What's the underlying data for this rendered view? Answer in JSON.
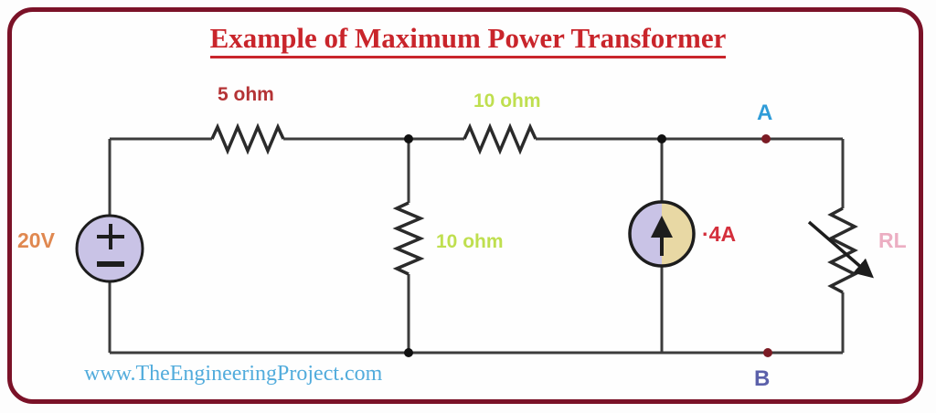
{
  "title": "Example of Maximum Power Transformer",
  "watermark": "www.TheEngineeringProject.com",
  "labels": {
    "voltage_source": "20V",
    "resistor_series_1": "5 ohm",
    "resistor_series_2": "10 ohm",
    "resistor_shunt": "10 ohm",
    "current_source": "·4A",
    "load_resistor": "RL",
    "terminal_a": "A",
    "terminal_b": "B"
  },
  "colors": {
    "border": "#7B1228",
    "title": "#C9252B",
    "wire": "#3C3C3C",
    "resistor_5ohm_label": "#B43335",
    "resistor_10ohm_label": "#BFDF4F",
    "voltage_label": "#E08850",
    "current_label": "#D42F3C",
    "load_label": "#ECAEC2",
    "terminal_a_label": "#2F9CD8",
    "terminal_b_label": "#5B60AA",
    "watermark": "#52ACDC",
    "voltage_source_fill": "#C9C3E6",
    "current_source_fill_left": "#C9C3E6",
    "current_source_fill_right": "#E8D8A4",
    "terminal_dot": "#7B1B24"
  }
}
